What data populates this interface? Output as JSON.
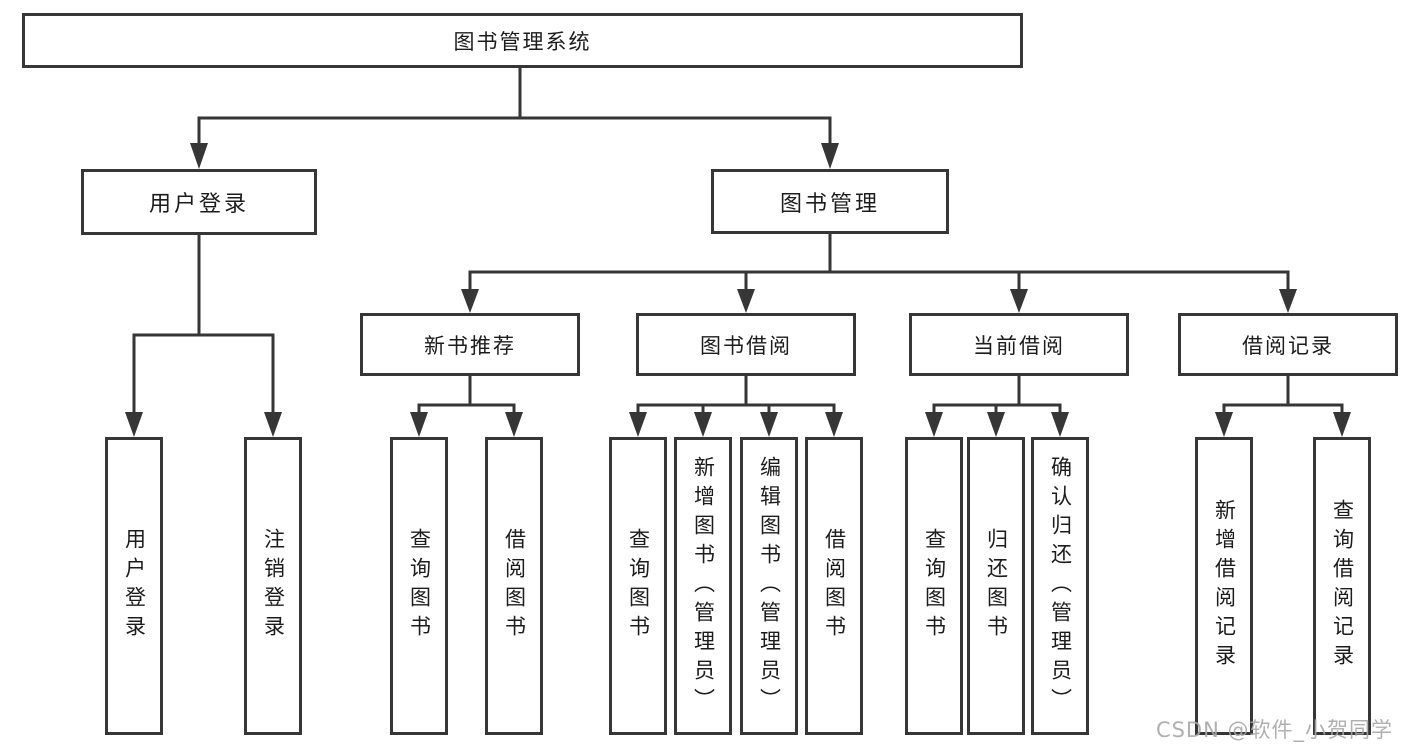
{
  "diagram": {
    "root": {
      "label": "图书管理系统"
    },
    "level2": {
      "user_login": {
        "label": "用户登录"
      },
      "book_mgmt": {
        "label": "图书管理"
      }
    },
    "level3": {
      "new_book_rec": {
        "label": "新书推荐"
      },
      "book_borrow": {
        "label": "图书借阅"
      },
      "current_borrow": {
        "label": "当前借阅"
      },
      "borrow_records": {
        "label": "借阅记录"
      }
    },
    "leaves": {
      "user_login": {
        "label": "用户登录"
      },
      "logout": {
        "label": "注销登录"
      },
      "rec_query_books": {
        "label": "查询图书"
      },
      "rec_borrow_books": {
        "label": "借阅图书"
      },
      "bb_query_books": {
        "label": "查询图书"
      },
      "bb_add_books_admin": {
        "label": "新增图书（管理员）"
      },
      "bb_edit_books_admin": {
        "label": "编辑图书（管理员）"
      },
      "bb_borrow_books": {
        "label": "借阅图书"
      },
      "cb_query_books": {
        "label": "查询图书"
      },
      "cb_return_books": {
        "label": "归还图书"
      },
      "cb_confirm_return_admin": {
        "label": "确认归还（管理员）"
      },
      "br_add_record": {
        "label": "新增借阅记录"
      },
      "br_query_record": {
        "label": "查询借阅记录"
      }
    },
    "line_color": "#363636",
    "watermark": "CSDN @软件_小贺同学"
  }
}
